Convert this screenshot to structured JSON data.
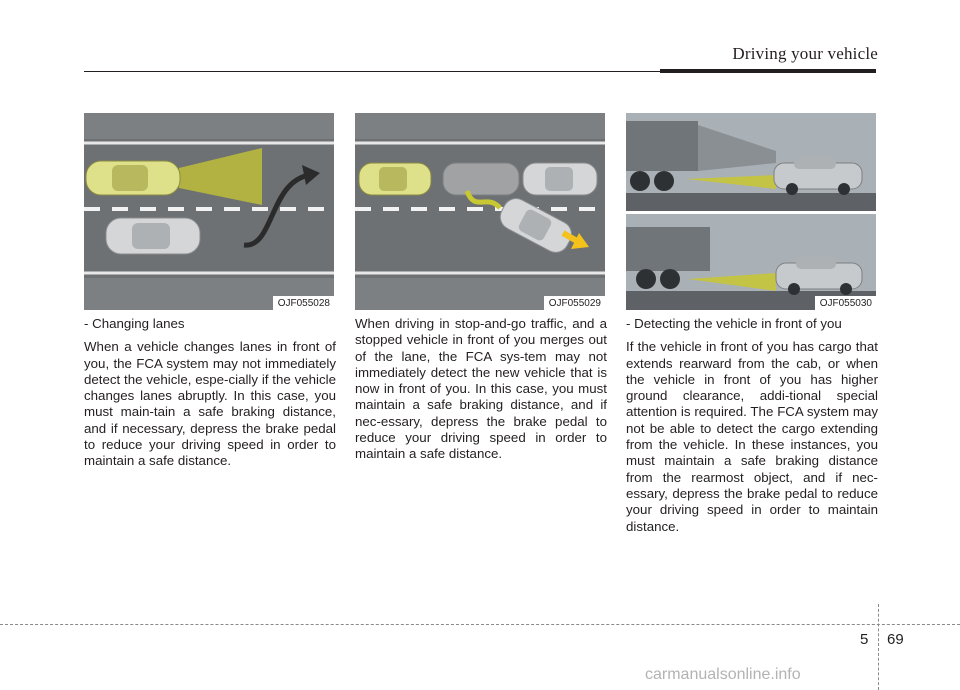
{
  "header": {
    "section_title": "Driving your vehicle"
  },
  "figures": [
    {
      "code": "OJF055028"
    },
    {
      "code": "OJF055029"
    },
    {
      "code": "OJF055030"
    }
  ],
  "columns": [
    {
      "heading": "- Changing lanes",
      "body": "When a vehicle changes lanes in front of you, the FCA system may not immediately detect the vehicle, espe-cially if the vehicle changes lanes abruptly. In this case, you must main-tain a safe braking distance, and if necessary, depress the brake pedal to reduce your driving speed in order to maintain a safe distance."
    },
    {
      "body": "When driving in stop-and-go traffic, and a stopped vehicle in front of you merges out of the lane, the FCA sys-tem may not immediately detect the new vehicle that is now in front of you. In this case, you must maintain a safe braking distance, and if nec-essary, depress the brake pedal to reduce your driving speed in order to maintain a safe distance."
    },
    {
      "heading": "- Detecting the vehicle in front of you",
      "body": "If the vehicle in front of you has cargo that extends rearward from the cab, or when the vehicle in front of you has higher ground clearance, addi-tional special attention is required. The FCA system may not be able to detect the cargo extending from the vehicle. In these instances, you must maintain a safe braking distance from the rearmost object, and if nec-essary, depress the brake pedal to reduce your driving speed in order to maintain distance."
    }
  ],
  "footer": {
    "chapter": "5",
    "page": "69",
    "watermark": "carmanualsonline.info"
  },
  "colors": {
    "road": "#6e7173",
    "sensor_beam": "#c8c832",
    "arrow": "#2b2b2b",
    "highlight_car": "#dfe08a"
  }
}
